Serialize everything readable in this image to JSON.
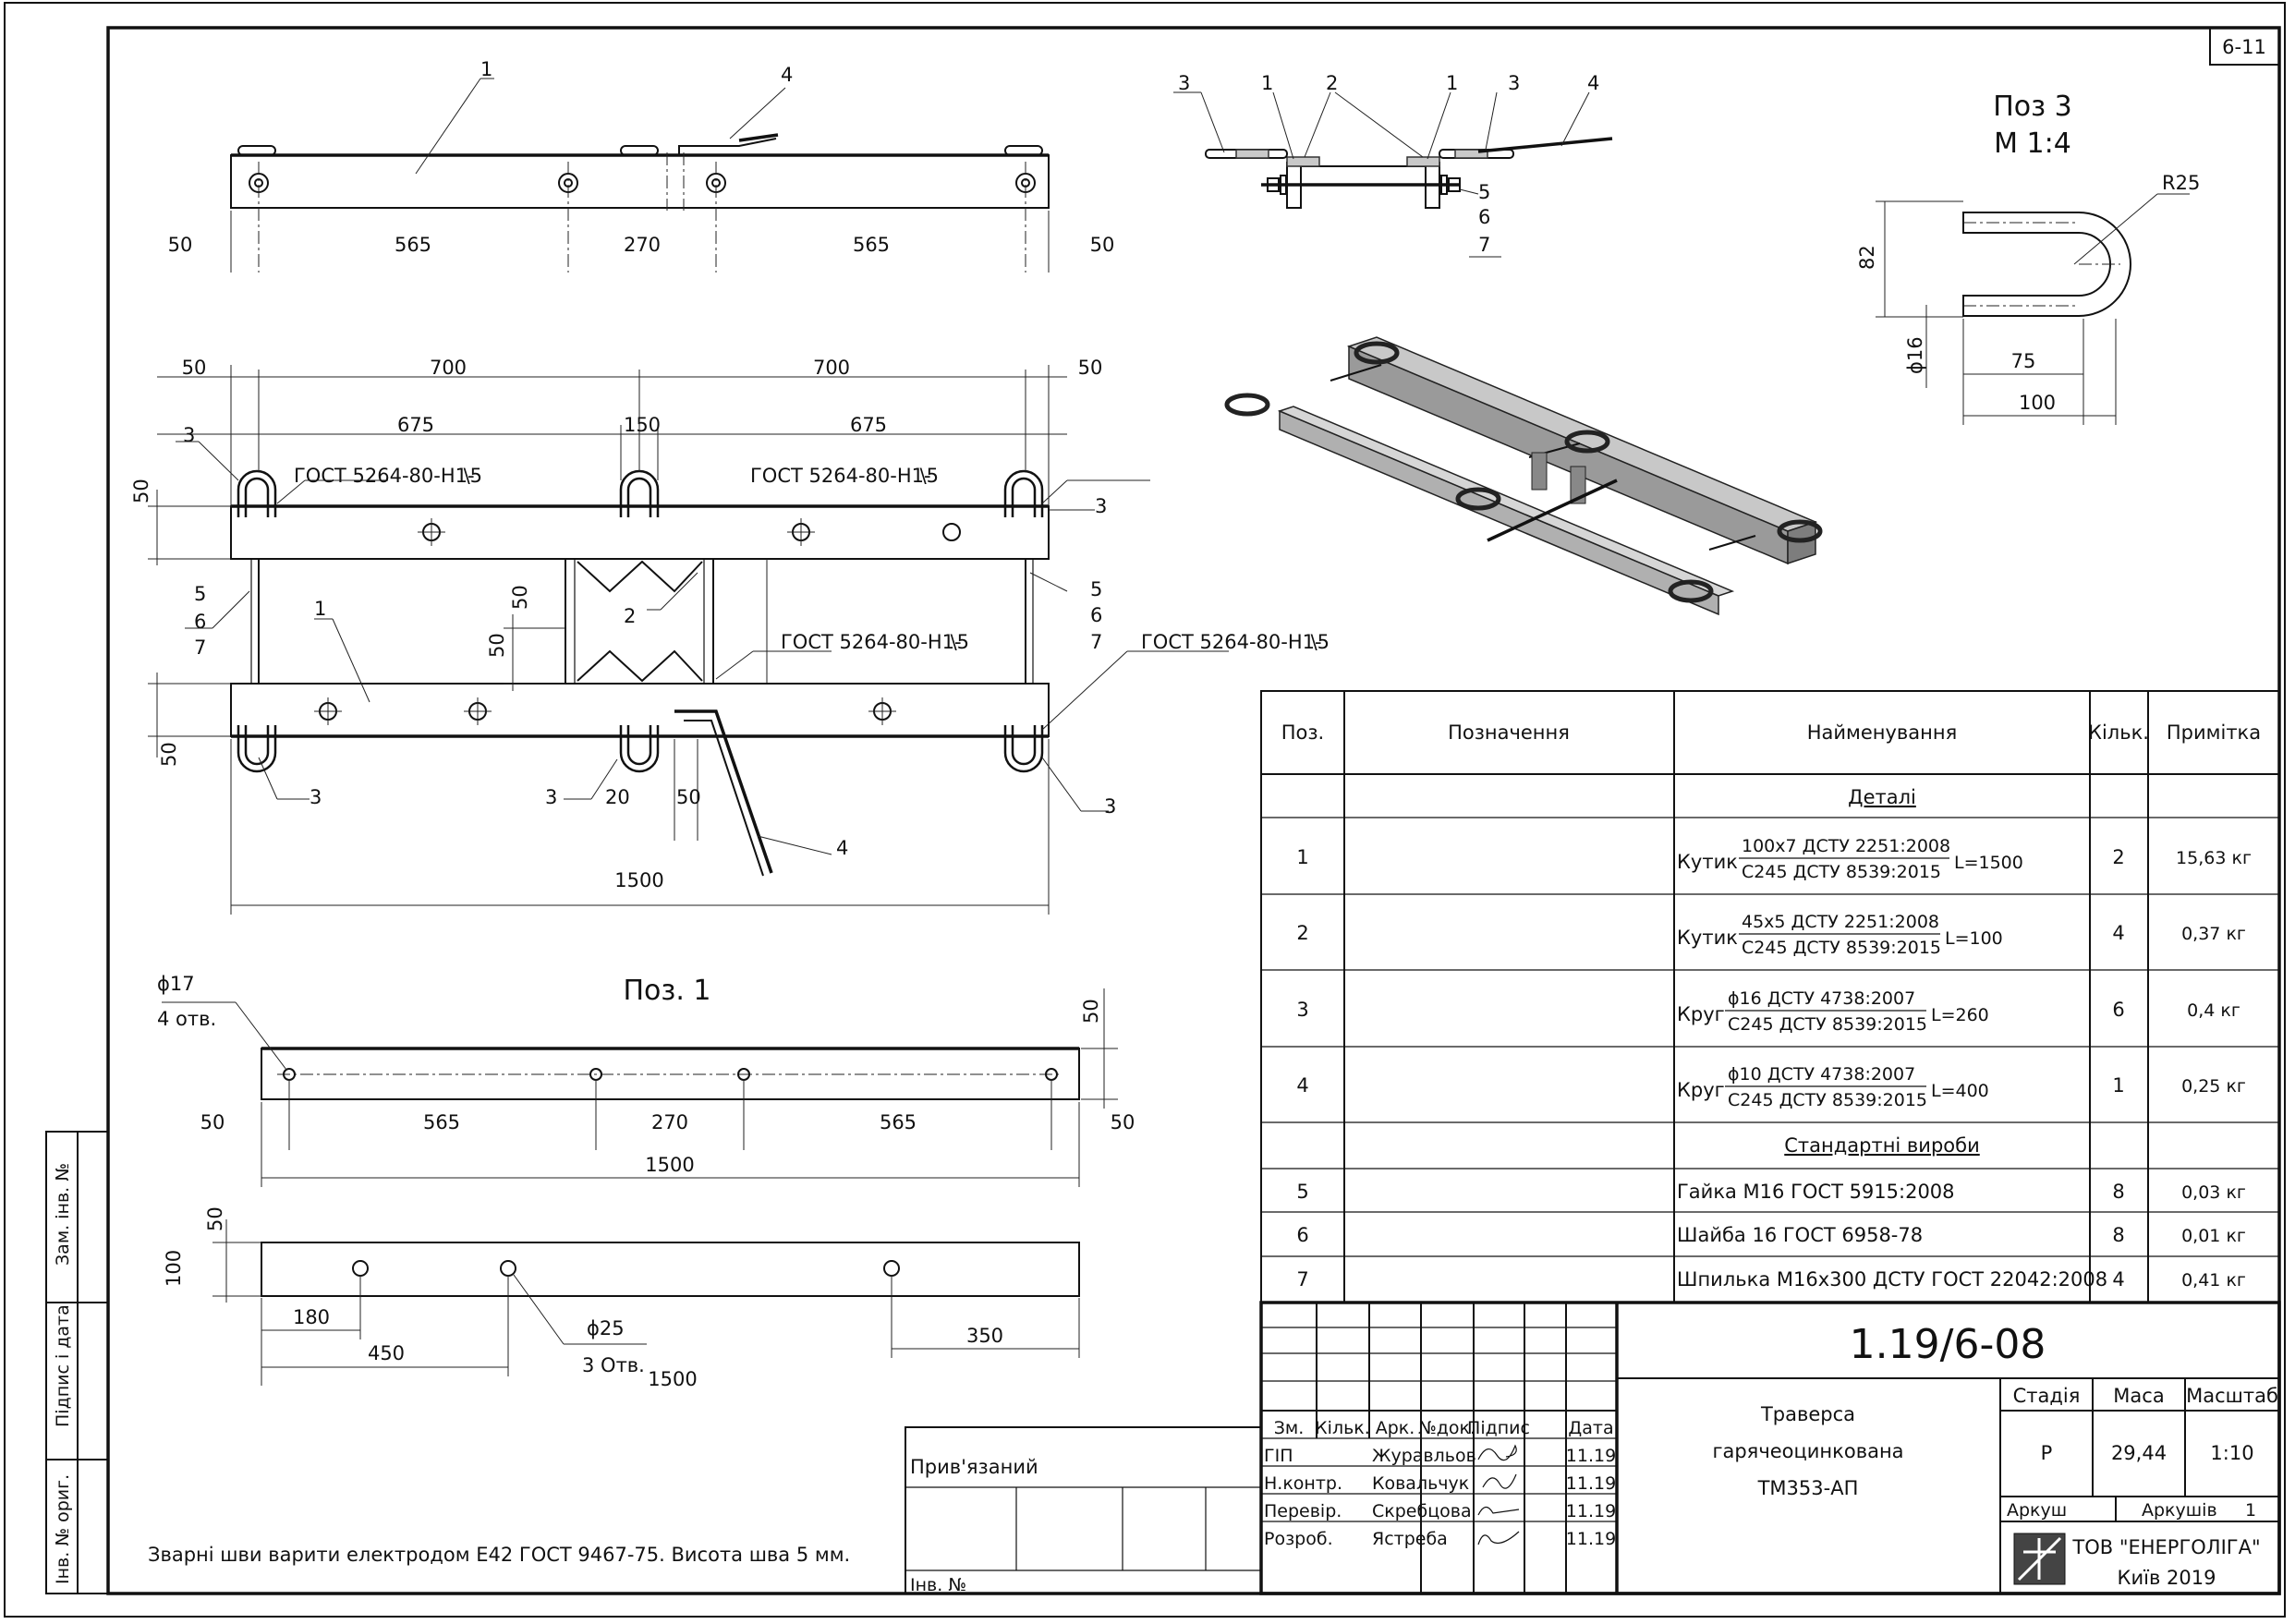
{
  "sheet_no": "6-11",
  "views": {
    "top": {
      "d1": "50",
      "d2": "565",
      "d3": "270",
      "d4": "565",
      "d5": "50",
      "l1": "1",
      "l4": "4"
    },
    "front": {
      "l3": "3",
      "l1": "1",
      "l2": "2",
      "l1b": "1",
      "l3b": "3",
      "l4": "4",
      "l5": "5",
      "l6": "6",
      "l7": "7"
    },
    "plan": {
      "d50a": "50",
      "d700a": "700",
      "d700b": "700",
      "d50b": "50",
      "d675a": "675",
      "d150": "150",
      "d675b": "675",
      "v50a": "50",
      "v50b": "50",
      "v50c": "50",
      "v50d": "50",
      "gost1": "ГОСТ 5264-80-Н1-",
      "gost2": "ГОСТ 5264-80-Н1-",
      "gost3": "ГОСТ 5264-80-Н1-",
      "gost4": "ГОСТ 5264-80-Н1-",
      "weld_leg": "5",
      "l3a": "3",
      "l3b": "3",
      "l1": "1",
      "l2": "2",
      "l5": "5",
      "l6": "6",
      "l7": "7",
      "l5b": "5",
      "l6b": "6",
      "l7b": "7",
      "l3c": "3",
      "l3d": "3",
      "l3e": "3",
      "l4": "4",
      "d20": "20",
      "d50c": "50",
      "total": "1500"
    },
    "pos3": {
      "title": "Поз 3",
      "scale": "М 1:4",
      "r": "R25",
      "h": "82",
      "phi": "ϕ16",
      "w1": "75",
      "w2": "100"
    },
    "pos1": {
      "title": "Поз. 1",
      "hole": "ϕ17",
      "holes_n": "4 отв.",
      "v50": "50",
      "d1": "50",
      "d2": "565",
      "d3": "270",
      "d4": "565",
      "d5": "50",
      "total": "1500",
      "v50b": "50",
      "v100": "100",
      "d180": "180",
      "d450": "450",
      "hole2": "ϕ25",
      "holes2_n": "3 Отв.",
      "d1500": "1500",
      "d350": "350"
    }
  },
  "note": "Зварні шви варити електродом Е42 ГОСТ 9467-75. Висота шва 5 мм.",
  "side_stamps": [
    "Інв. № ориг.",
    "Підпис і дата",
    "Зам. інв. №"
  ],
  "spec": {
    "headers": [
      "Поз.",
      "Позначення",
      "Найменування",
      "Кільк.",
      "Примітка"
    ],
    "section_details": "Деталі",
    "section_std": "Стандартні вироби",
    "rows": [
      {
        "pos": "1",
        "name_pre": "Кутик",
        "name_top": "100х7 ДСТУ 2251:2008",
        "name_bot": "С245 ДСТУ 8539:2015",
        "name_post": "L=1500",
        "qty": "2",
        "note": "15,63 кг"
      },
      {
        "pos": "2",
        "name_pre": "Кутик",
        "name_top": "45х5 ДСТУ 2251:2008",
        "name_bot": "С245 ДСТУ 8539:2015",
        "name_post": "L=100",
        "qty": "4",
        "note": "0,37 кг"
      },
      {
        "pos": "3",
        "name_pre": "Круг",
        "name_top": "ϕ16 ДСТУ 4738:2007",
        "name_bot": "С245 ДСТУ 8539:2015",
        "name_post": "L=260",
        "qty": "6",
        "note": "0,4 кг"
      },
      {
        "pos": "4",
        "name_pre": "Круг",
        "name_top": "ϕ10 ДСТУ 4738:2007",
        "name_bot": "С245 ДСТУ 8539:2015",
        "name_post": "L=400",
        "qty": "1",
        "note": "0,25 кг"
      }
    ],
    "std_rows": [
      {
        "pos": "5",
        "name": "Гайка М16 ГОСТ 5915:2008",
        "qty": "8",
        "note": "0,03 кг"
      },
      {
        "pos": "6",
        "name": "Шайба 16 ГОСТ 6958-78",
        "qty": "8",
        "note": "0,01 кг"
      },
      {
        "pos": "7",
        "name": "Шпилька М16х300 ДСТУ ГОСТ 22042:2008",
        "qty": "4",
        "note": "0,41 кг"
      }
    ]
  },
  "title_block": {
    "code": "1.19/6-08",
    "title1": "Траверса",
    "title2": "гарячеоцинкована",
    "title3": "ТМ353-АП",
    "col_heads": [
      "Зм.",
      "Кільк.",
      "Арк.",
      "№док.",
      "Підпис",
      "Дата"
    ],
    "people": [
      {
        "role": "ГІП",
        "name": "Журавльов",
        "date": "11.19"
      },
      {
        "role": "Н.контр.",
        "name": "Ковальчук",
        "date": "11.19"
      },
      {
        "role": "Перевір.",
        "name": "Скребцова",
        "date": "11.19"
      },
      {
        "role": "Розроб.",
        "name": "Ястреба",
        "date": "11.19"
      }
    ],
    "stage_h": "Стадія",
    "mass_h": "Маса",
    "scale_h": "Масштаб",
    "stage": "Р",
    "mass": "29,44",
    "scale": "1:10",
    "sheet_l": "Аркуш",
    "sheets_l": "Аркушів",
    "sheets": "1",
    "company": "ТОВ \"ЕНЕРГОЛІГА\"",
    "city": "Київ 2019",
    "bound": "Прив'язаний",
    "inv": "Інв. №"
  }
}
